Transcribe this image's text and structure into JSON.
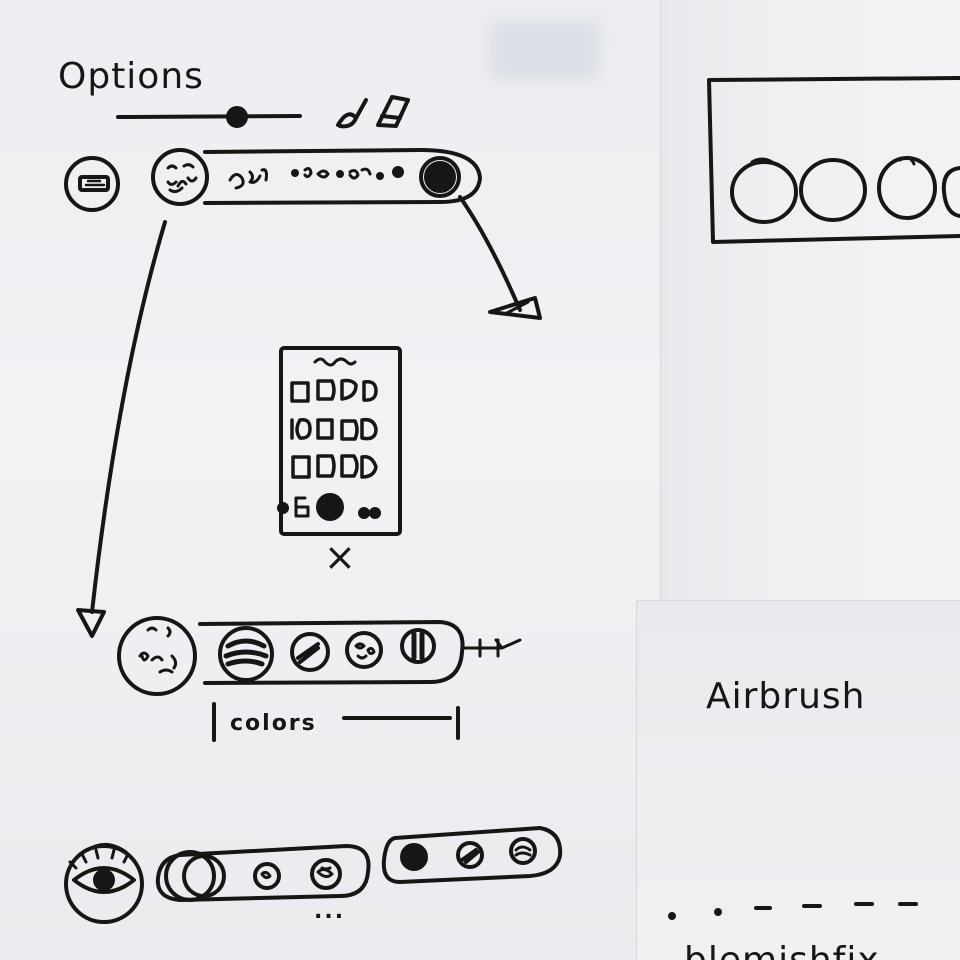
{
  "sketch": {
    "options_title": "Options",
    "colors_label": "colors",
    "airbrush_label": "Airbrush",
    "bottom_partial_label": "blemishfix",
    "popup_close": "×",
    "more_dots": "...",
    "ink_color": "#161616",
    "paper_color": "#f0f1f3"
  }
}
